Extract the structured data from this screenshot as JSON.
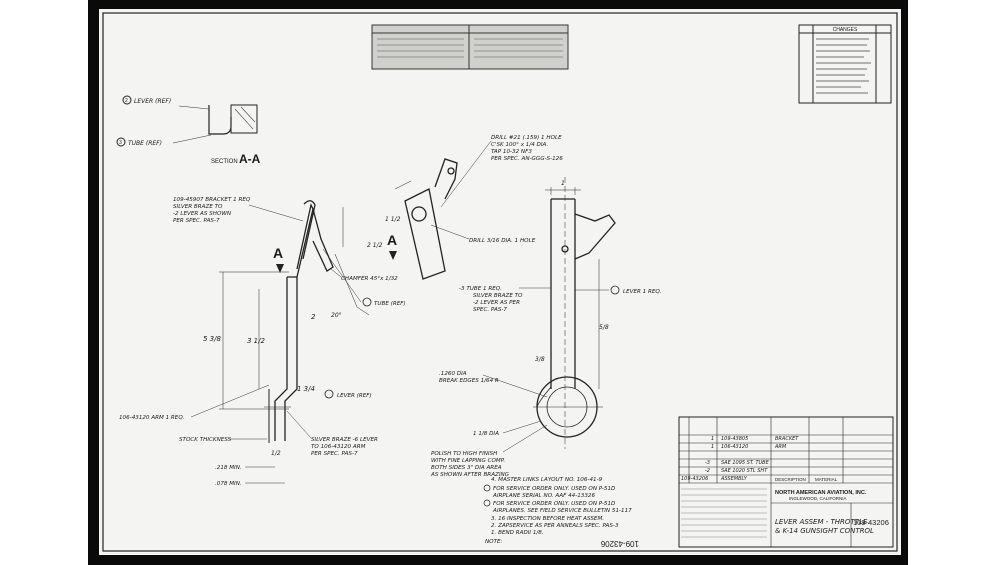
{
  "drawing": {
    "section": {
      "title_prefix": "SECTION",
      "title": "A-A",
      "lever_callout": "LEVER (REF)",
      "tube_callout": "TUBE (REF)"
    },
    "callouts": {
      "bracket": [
        "109-45907 BRACKET 1 REQ",
        "SILVER BRAZE TO",
        "-2 LEVER AS SHOWN",
        "PER SPEC. PAS-7"
      ],
      "drill_top": [
        "DRILL #21 (.159) 1 HOLE",
        "C'SK 100° x 1/4 DIA.",
        "TAP 10-32 NF3",
        "PER SPEC. AN-GGG-S-126"
      ],
      "drill_dia": "DRILL 3/16 DIA. 1 HOLE",
      "chamfer": "CHAMFER 45°x 1/32",
      "tube_ref": "TUBE (REF)",
      "tube_req": [
        "-3 TUBE 1 REQ.",
        "SILVER BRAZE TO",
        "-2 LEVER AS PER",
        "SPEC. PAS-7"
      ],
      "lever_req": "LEVER 1 REQ.",
      "lever_ref": "LEVER (REF)",
      "arm": "106-43120 ARM 1 REQ.",
      "stock": "STOCK THICKNESS",
      "silver_braze": [
        "SILVER BRAZE -6 LEVER",
        "TO 106-43120 ARM",
        "PER SPEC. PAS-7"
      ],
      "dim_218": ".218 MIN.",
      "dim_078": ".078 MIN.",
      "hole_dia": [
        ".1260 DIA",
        "BREAK EDGES 1/64 R"
      ],
      "outer_dia": "1 1/8 DIA",
      "polish": [
        "POLISH TO HIGH FINISH",
        "WITH FINE LAPPING COMP.",
        "BOTH SIDES 3\" DIA AREA",
        "AS SHOWN AFTER BRAZING"
      ]
    },
    "notes": [
      "4. MASTER LINKS LAYOUT NO. 106-41-9",
      "FOR SERVICE ORDER ONLY. USED ON P-51D",
      "AIRPLANE SERIAL NO. AAF 44-13326",
      "FOR SERVICE ORDER ONLY. USED ON P-51D",
      "AIRPLANES. SEE FIELD SERVICE BULLETIN 51-117",
      "3. 16 INSPECTION BEFORE HEAT ASSEM.",
      "2. ZAPSERVICE AS PER ANNEALS SPEC. PAS-3",
      "1. BEND RADII 1/8.",
      "NOTE:"
    ],
    "parts_list": [
      {
        "qty": "1",
        "part": "109-43805",
        "desc": "BRACKET"
      },
      {
        "qty": "1",
        "part": "106-43120",
        "desc": "ARM"
      },
      {
        "qty": "-3",
        "part": "",
        "desc": "SAE 1095 ST. TUBE"
      },
      {
        "qty": "-2",
        "part": "",
        "desc": "SAE 1020 STL SHT"
      },
      {
        "qty": "",
        "part": "109-43206",
        "desc": "ASSEMBLY"
      }
    ],
    "title_block": {
      "company": "NORTH AMERICAN AVIATION, INC.",
      "city": "INGLEWOOD, CALIFORNIA",
      "title_lines": [
        "LEVER ASSEM - THROTTLE",
        "& K-14 GUNSIGHT CONTROL"
      ],
      "number": "109-43206",
      "description_header": "DESCRIPTION",
      "material_header": "MATERIAL"
    },
    "margin_number": "109-43206",
    "revisions_header": "CHANGES",
    "letters": {
      "a": "A",
      "b": "A"
    },
    "dims": [
      "5 3/8",
      "3 1/2",
      "2",
      "20°",
      "1 3/4",
      "1 1/2",
      "1/2",
      "2 1/2",
      "3/8",
      "5/8",
      "1"
    ]
  }
}
